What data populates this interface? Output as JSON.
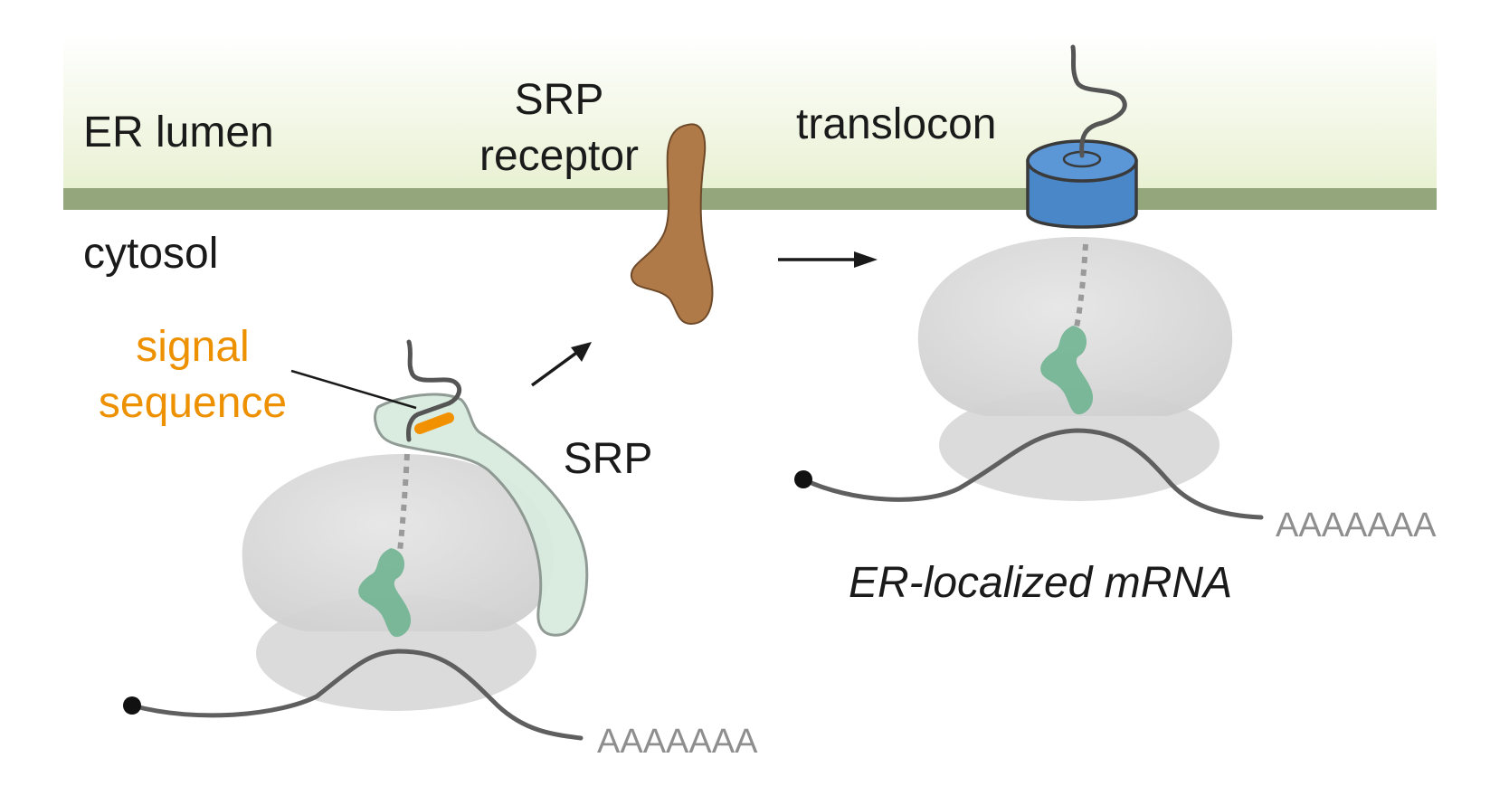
{
  "labels": {
    "er_lumen": "ER lumen",
    "cytosol": "cytosol",
    "srp_receptor_line1": "SRP",
    "srp_receptor_line2": "receptor",
    "translocon": "translocon",
    "signal_line1": "signal",
    "signal_line2": "sequence",
    "srp": "SRP",
    "polya_left": "AAAAAAA",
    "polya_right": "AAAAAAA",
    "er_localized_mrna": "ER-localized mRNA"
  },
  "colors": {
    "membrane": "#94a77c",
    "lumen_top": "#ffffff",
    "lumen_bottom": "#e9f1d3",
    "srp_receptor": "#b07a48",
    "translocon": "#4a87c9",
    "srp_fill": "#d9ecdf",
    "srp_stroke": "#8c9690",
    "ribosome": "#d6d6d6",
    "nascent_peptide": "#6ab08d",
    "signal_sequence": "#f29100",
    "signal_text": "#ee9100",
    "mrna": "#5f5f5f",
    "polya_text": "#8e8e8e",
    "text": "#1a1a1a"
  }
}
